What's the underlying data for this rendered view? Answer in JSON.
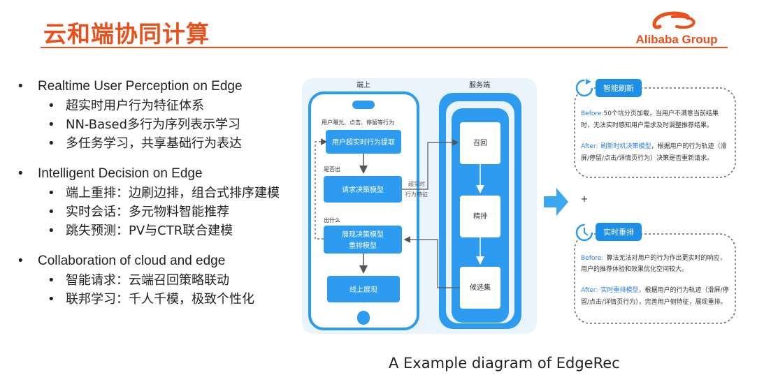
{
  "header": {
    "title": "云和端协同计算",
    "logo_text": "Alibaba Group"
  },
  "bullets": [
    {
      "text": "Realtime User Perception on Edge",
      "children": [
        "超实时用户行为特征体系",
        "NN-Based多行为序列表示学习",
        "多任务学习，共享基础行为表达"
      ]
    },
    {
      "text": "Intelligent Decision on Edge",
      "children": [
        "端上重排：边刷边排，组合式排序建模",
        "实时会话：多元物料智能推荐",
        "跳失预测：PV与CTR联合建模"
      ]
    },
    {
      "text": "Collaboration of cloud and edge",
      "children": [
        "智能请求：云端召回策略联动",
        "联邦学习：千人千模，极致个性化"
      ]
    }
  ],
  "diagram": {
    "edge_label": "端上",
    "server_label": "服务端",
    "input_label": "用户曝光、点击、停留等行为",
    "box_extract": "用户超实时行为提取",
    "q_whether": "是否出",
    "box_decision": "请求决策模型",
    "q_what": "出什么",
    "box_display_1": "展现决策模型",
    "box_display_2": "重排模型",
    "box_online": "线上展现",
    "feature_1": "超实时",
    "feature_2": "行为特征",
    "srv_recall": "召回",
    "srv_rank": "精排",
    "srv_candidates": "候选集",
    "plus": "+",
    "card1": {
      "badge": "智能刷新",
      "before_label": "Before:",
      "before_text_1": "50个坑分页加载，当用户不满意当前结果",
      "before_text_2": "时，无法实时感知用户需求及时调整推荐结果。",
      "after_label": "After:",
      "after_highlight": "刷新时机决策模型",
      "after_text_1": "，根据用户的行为轨迹（滑",
      "after_text_2": "屏/停留/点击/详情页行为）决策是否重新请求。"
    },
    "card2": {
      "badge": "实时重排",
      "before_label": "Before:",
      "before_text_1": "算法无法对用户的行为作出更实时的响应，",
      "before_text_2": "用户的推荐体验和效果优化空间较大。",
      "after_label": "After:",
      "after_highlight": "实时重排模型",
      "after_text_1": "，根据用户的行为轨迹（滑屏/停",
      "after_text_2": "留/点击/详情页行为），完善用户侧特征，展现重排。"
    }
  },
  "caption": "A Example diagram of EdgeRec",
  "colors": {
    "title_orange": "#e8501c",
    "diagram_blue": "#2d9cf0",
    "panel_bg": "#eaf4fc",
    "card_blue": "#1e8fe6",
    "highlight_blue": "#2a7de1"
  }
}
